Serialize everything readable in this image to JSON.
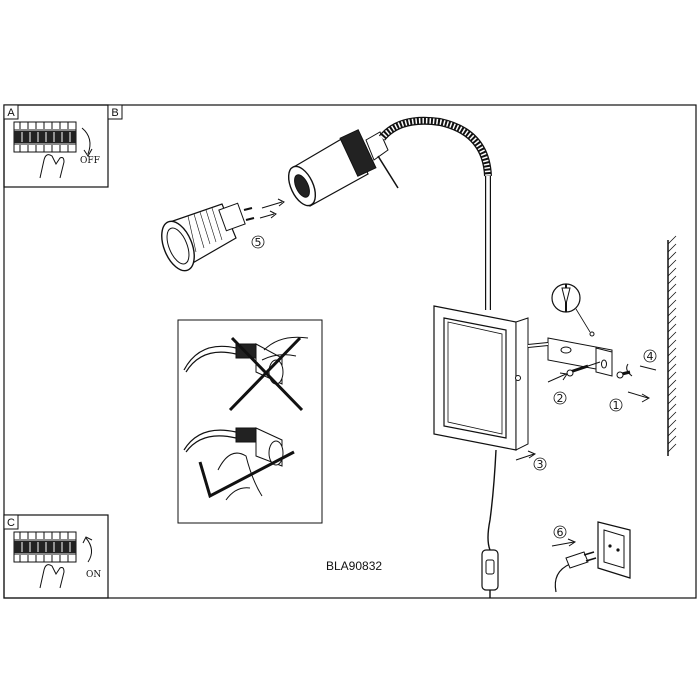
{
  "document": {
    "model_code": "BLA90832",
    "panels": [
      {
        "letter": "A",
        "switch_state": "OFF"
      },
      {
        "letter": "B"
      },
      {
        "letter": "C",
        "switch_state": "ON"
      }
    ],
    "steps": [
      "1",
      "2",
      "3",
      "4",
      "5",
      "6"
    ],
    "icons": [
      "circuit-breaker-icon",
      "hand-icon",
      "lamp-icon",
      "gu10-bulb-icon",
      "wall-bracket-icon",
      "screw-icon",
      "wall-plug-icon",
      "power-socket-icon",
      "inline-switch-icon",
      "forbidden-cross-icon",
      "check-mark-icon"
    ]
  }
}
